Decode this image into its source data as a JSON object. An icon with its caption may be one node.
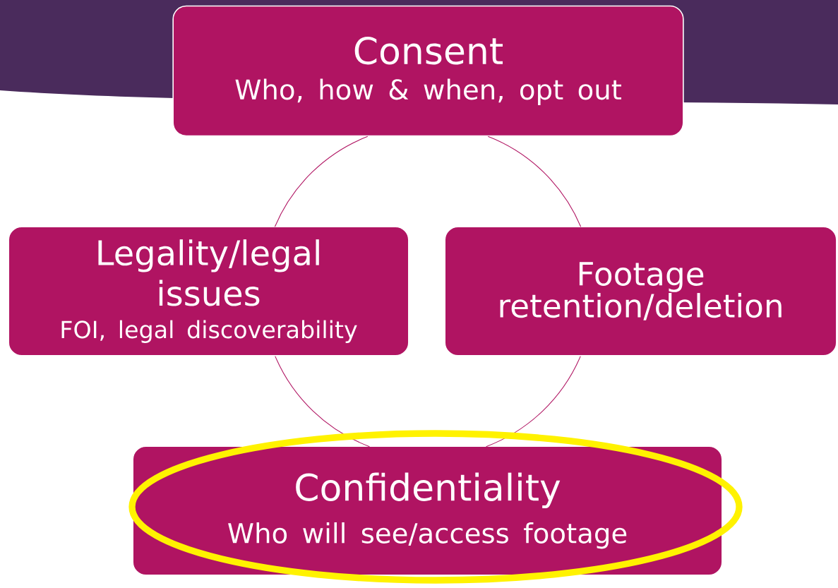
{
  "diagram": {
    "nodes": [
      {
        "text": [
          "Consent",
          "Who, how & when, opt out"
        ]
      },
      {
        "text": [
          "Legality/legal issues",
          "FOI, legal discoverability"
        ]
      },
      {
        "text": [
          "Footage retention/deletion"
        ]
      },
      {
        "text": [
          "Confidentiality",
          "Who will see/access footage"
        ]
      }
    ],
    "edges": [
      {
        "from": 0,
        "to": 1,
        "arrow": "none"
      },
      {
        "from": 0,
        "to": 2,
        "arrow": "none"
      },
      {
        "from": 1,
        "to": 3,
        "arrow": "none"
      },
      {
        "from": 2,
        "to": 3,
        "arrow": "none"
      }
    ]
  }
}
